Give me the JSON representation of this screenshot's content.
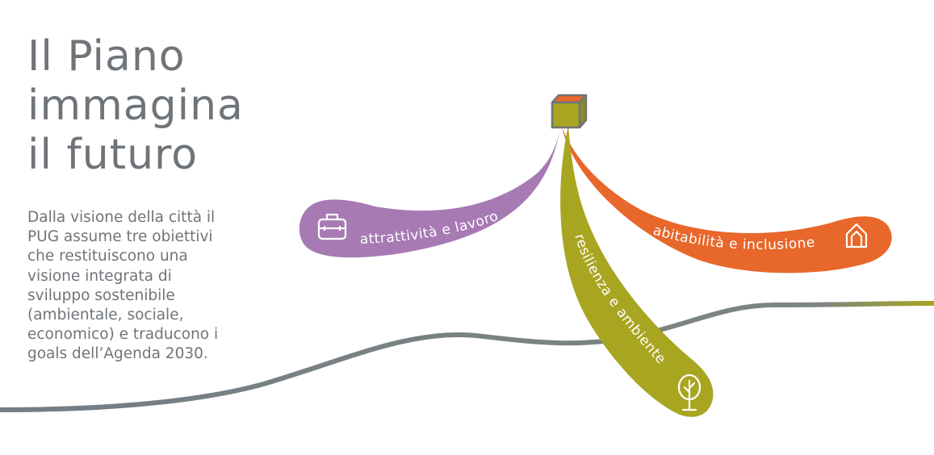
{
  "title": {
    "lines": [
      "Il Piano",
      "immagina",
      "il futuro"
    ]
  },
  "description": {
    "lines": [
      "Dalla visione della città il",
      "PUG assume tre obiettivi",
      "che restituiscono una",
      "visione integrata di",
      "sviluppo sostenibile",
      "(ambientale, sociale,",
      "economico) e traducono i",
      "goals dell’Agenda 2030."
    ]
  },
  "branches": [
    {
      "label": "attrattività e lavoro",
      "icon": "briefcase-icon",
      "color": "#a77ab4"
    },
    {
      "label": "resilienza e ambiente",
      "icon": "tree-icon",
      "color": "#a8a521"
    },
    {
      "label": "abitabilità e inclusione",
      "icon": "house-icon",
      "color": "#e8672a"
    }
  ],
  "colors": {
    "text": "#6f7479",
    "ground_line": "#747d85",
    "cube_front": "#a8a521",
    "cube_top": "#e8672a",
    "cube_edge": "#6f7479"
  }
}
